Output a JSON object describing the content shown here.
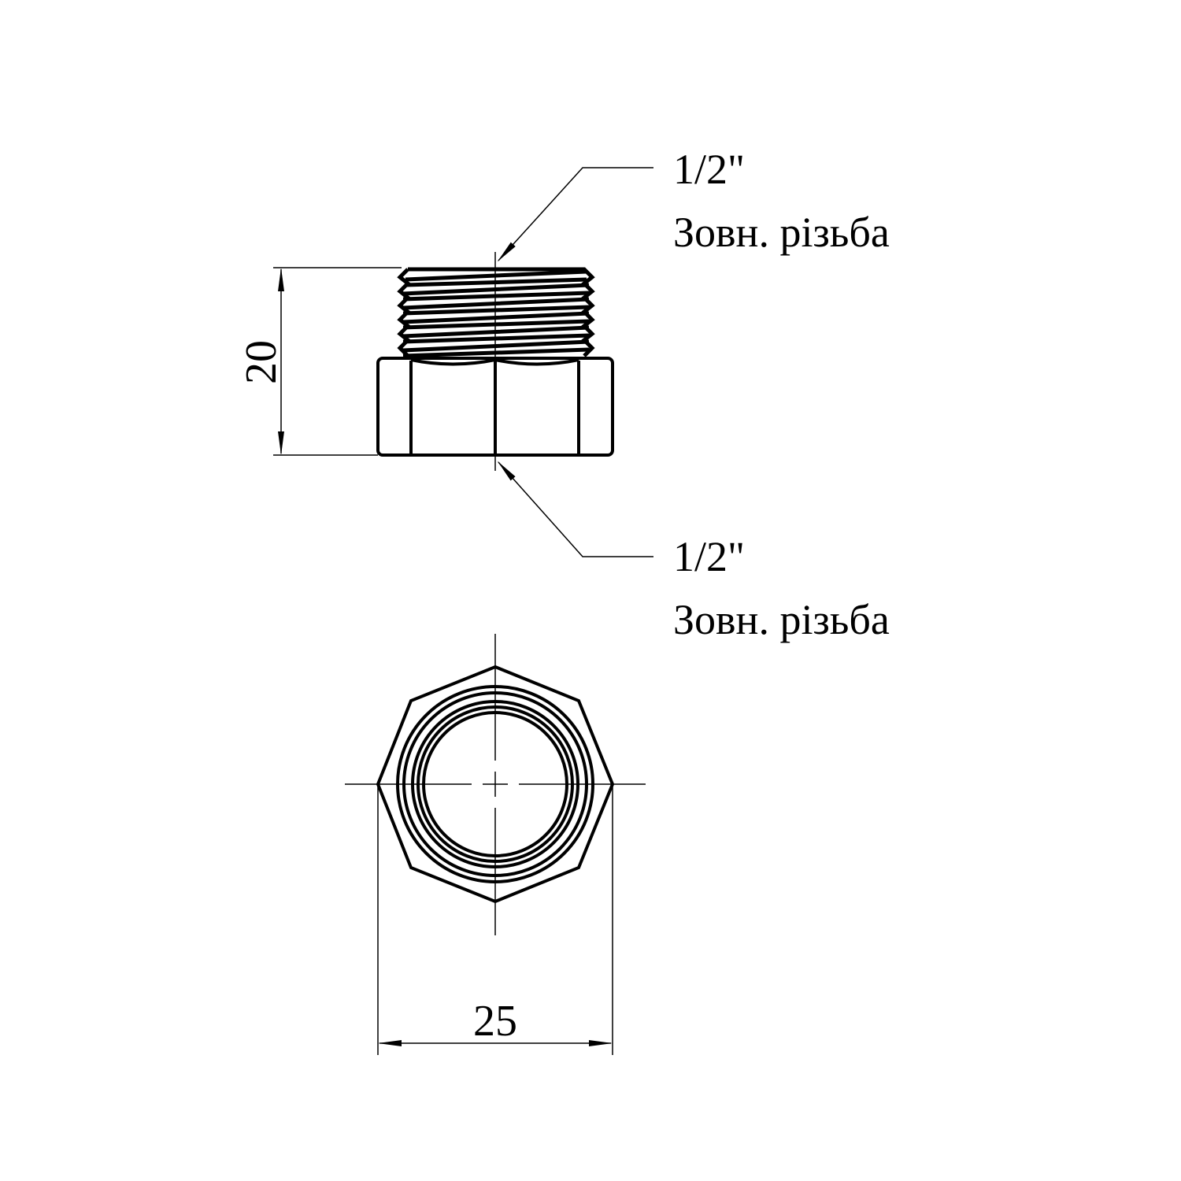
{
  "top_view": {
    "callout_top": {
      "size": "1/2\"",
      "type": "Зовн. різьба"
    },
    "callout_bottom": {
      "size": "1/2\"",
      "type": "Зовн. різьба"
    },
    "height_dimension": "20"
  },
  "end_view": {
    "width_dimension": "25"
  },
  "colors": {
    "line": "#000000",
    "background": "#ffffff"
  }
}
